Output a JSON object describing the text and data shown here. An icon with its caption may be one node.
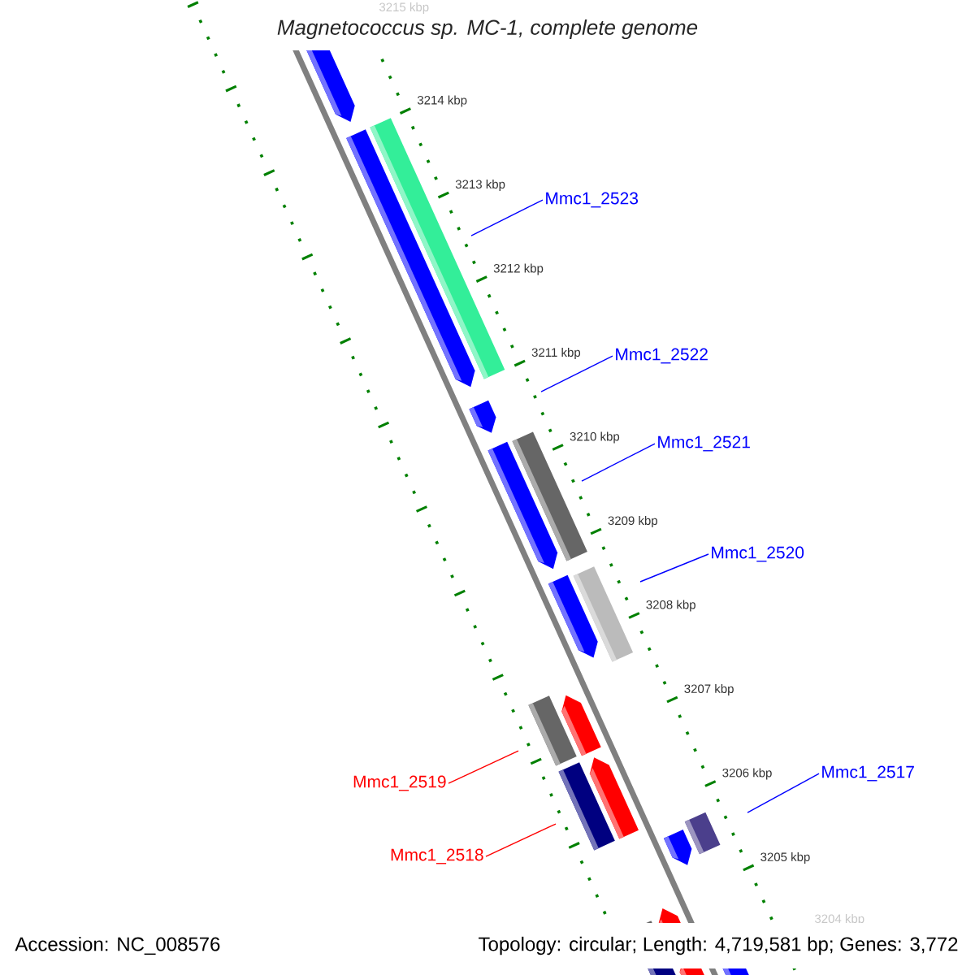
{
  "diagram": {
    "title": "Magnetococcus sp. MC-1, complete genome",
    "nodes": [
      {
        "text": [
          "Mmc1_2523"
        ]
      },
      {
        "text": [
          "Mmc1_2522"
        ]
      },
      {
        "text": [
          "Mmc1_2521"
        ]
      },
      {
        "text": [
          "Mmc1_2520"
        ]
      },
      {
        "text": [
          "Mmc1_2517"
        ]
      },
      {
        "text": [
          "Mmc1_2519"
        ]
      },
      {
        "text": [
          "Mmc1_2518"
        ]
      }
    ],
    "edges": [
      {
        "from": 0,
        "to": null,
        "arrow": "none"
      },
      {
        "from": 1,
        "to": null,
        "arrow": "none"
      },
      {
        "from": 2,
        "to": null,
        "arrow": "none"
      },
      {
        "from": 3,
        "to": null,
        "arrow": "none"
      },
      {
        "from": 4,
        "to": null,
        "arrow": "none"
      },
      {
        "from": 5,
        "to": null,
        "arrow": "none",
        "color": "#ff0000"
      },
      {
        "from": 6,
        "to": null,
        "arrow": "none",
        "color": "#ff0000"
      }
    ],
    "labels": [
      "3215 kbp",
      "3214 kbp",
      "3213 kbp",
      "3212 kbp",
      "3211 kbp",
      "3210 kbp",
      "3209 kbp",
      "3208 kbp",
      "3207 kbp",
      "3206 kbp",
      "3205 kbp",
      "3204 kbp",
      "Accession: NC_008576",
      "Topology: circular; Length: 4,719,581 bp; Genes: 3,772"
    ]
  }
}
